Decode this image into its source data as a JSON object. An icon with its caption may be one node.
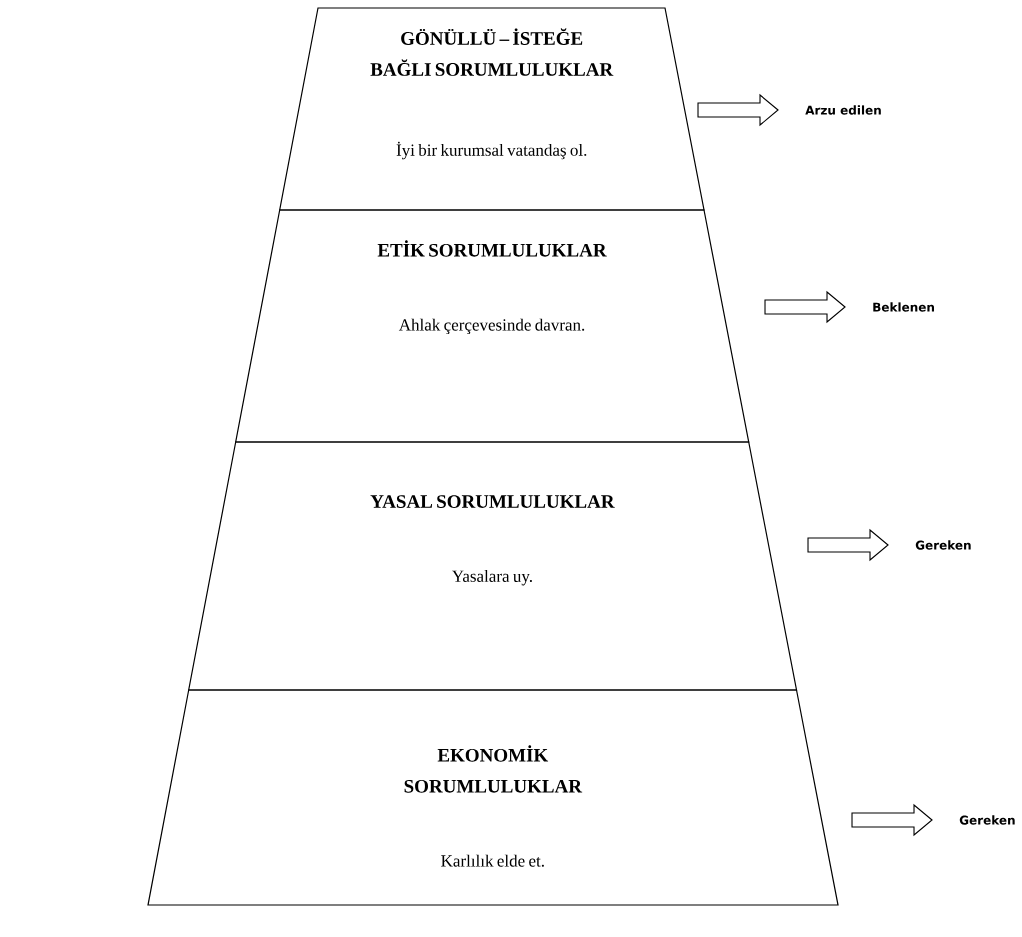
{
  "diagram": {
    "nodes": [
      {
        "text": [
          "GÖNÜLLÜ – İSTEĞE BAĞLI SORUMLULUKLAR",
          "İyi bir kurumsal vatandaş ol."
        ]
      },
      {
        "text": [
          "ETİK SORUMLULUKLAR",
          "Ahlak çerçevesinde davran."
        ]
      },
      {
        "text": [
          "YASAL SORUMLULUKLAR",
          "Yasalara uy."
        ]
      },
      {
        "text": [
          "EKONOMİK SORUMLULUKLAR",
          "Karlılık elde et."
        ]
      },
      {
        "text": [
          "Arzu edilen"
        ]
      },
      {
        "text": [
          "Beklenen"
        ]
      },
      {
        "text": [
          "Gereken"
        ]
      },
      {
        "text": [
          "Gereken"
        ]
      }
    ],
    "edges": [
      {
        "from": null,
        "to": 4,
        "arrow": "to"
      },
      {
        "from": null,
        "to": 5,
        "arrow": "to"
      },
      {
        "from": null,
        "to": 6,
        "arrow": "to"
      },
      {
        "from": null,
        "to": 7,
        "arrow": "to"
      }
    ]
  }
}
